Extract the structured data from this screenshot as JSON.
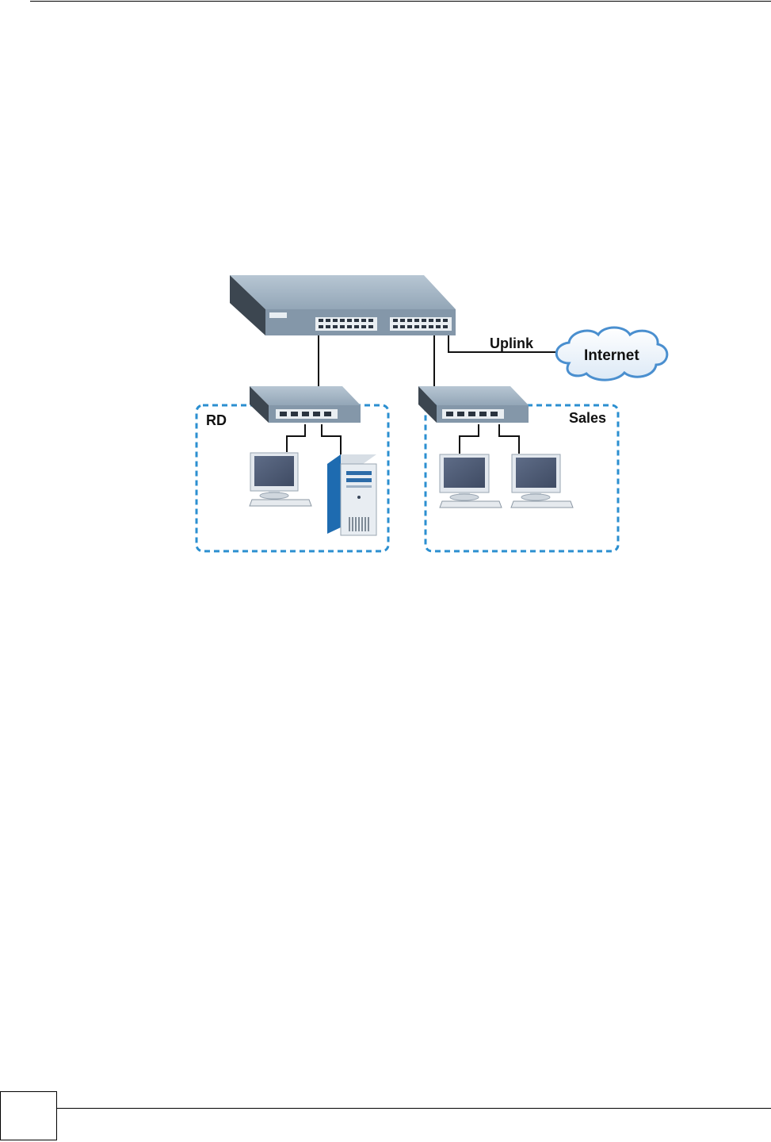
{
  "diagram": {
    "labels": {
      "uplink": "Uplink",
      "internet": "Internet",
      "group_left": "RD",
      "group_right": "Sales"
    },
    "nodes": [
      {
        "id": "main-switch",
        "icon": "network-switch-icon"
      },
      {
        "id": "rd-switch",
        "icon": "network-switch-icon"
      },
      {
        "id": "sales-switch",
        "icon": "network-switch-icon"
      },
      {
        "id": "internet-cloud",
        "icon": "cloud-icon"
      },
      {
        "id": "rd-workstation",
        "icon": "desktop-computer-icon"
      },
      {
        "id": "rd-server",
        "icon": "tower-server-icon"
      },
      {
        "id": "sales-workstation-1",
        "icon": "desktop-computer-icon"
      },
      {
        "id": "sales-workstation-2",
        "icon": "desktop-computer-icon"
      }
    ],
    "edges": [
      [
        "main-switch",
        "internet-cloud"
      ],
      [
        "main-switch",
        "rd-switch"
      ],
      [
        "main-switch",
        "sales-switch"
      ],
      [
        "rd-switch",
        "rd-workstation"
      ],
      [
        "rd-switch",
        "rd-server"
      ],
      [
        "sales-switch",
        "sales-workstation-1"
      ],
      [
        "sales-switch",
        "sales-workstation-2"
      ]
    ],
    "colors": {
      "group_border": "#2b8fd0",
      "switch_top": "#9fb0c0",
      "switch_front": "#8193a6",
      "switch_side": "#404a55",
      "cloud_fill": "#ffffff",
      "cloud_stroke": "#4a8fcf",
      "monitor_screen": "#56657f",
      "server_blue": "#1e6bb0"
    }
  }
}
